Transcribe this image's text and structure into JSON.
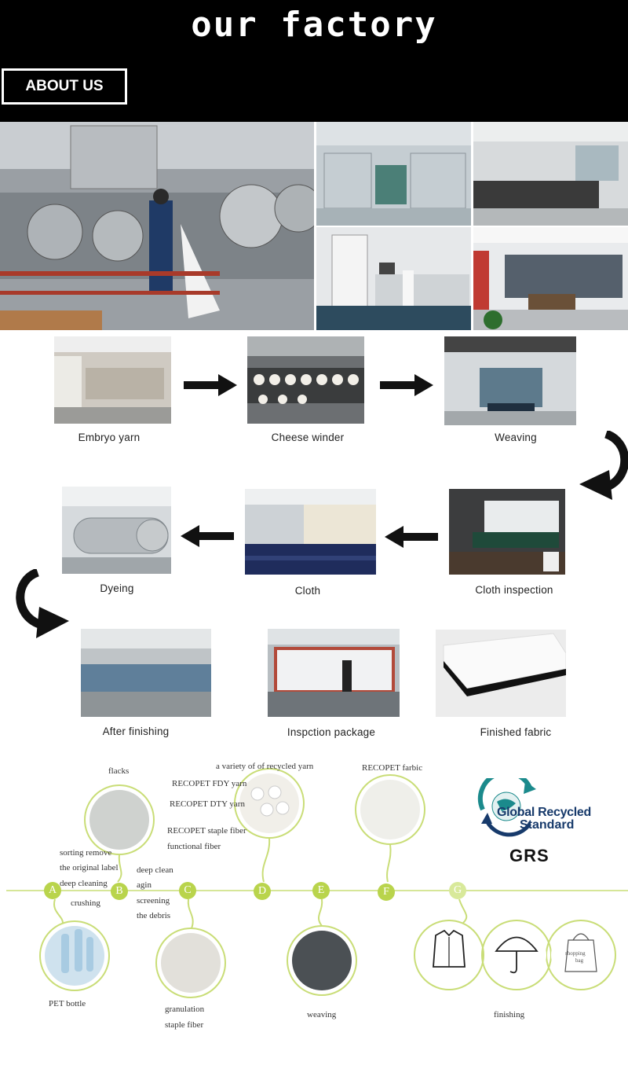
{
  "header": {
    "title": "our factory",
    "about_label": "ABOUT US"
  },
  "process": {
    "steps": [
      {
        "label": "Embryo yarn"
      },
      {
        "label": "Cheese winder"
      },
      {
        "label": "Weaving"
      },
      {
        "label": "Cloth inspection"
      },
      {
        "label": "Cloth"
      },
      {
        "label": "Dyeing"
      },
      {
        "label": "After finishing"
      },
      {
        "label": "Inspction package"
      },
      {
        "label": "Finished fabric"
      }
    ]
  },
  "recycle": {
    "nodes": [
      "A",
      "B",
      "C",
      "D",
      "E",
      "F",
      "G"
    ],
    "flacks": "flacks",
    "yarn_title": "a variety of of recycled yarn",
    "fdy": "RECOPET FDY yarn",
    "dty": "RECOPET DTY yarn",
    "staple": "RECOPET staple fiber",
    "functional": "functional fiber",
    "fabric": "RECOPET farbic",
    "sorting": "sorting remove",
    "original_label": "the original label",
    "deep_cleaning": "deep cleaning",
    "crushing": "crushing",
    "deep_clean": "deep clean",
    "agin": "agin",
    "screening": "screening",
    "debris": "the debris",
    "pet_bottle": "PET bottle",
    "granulation": "granulation",
    "staple_fiber": "staple fiber",
    "weaving": "weaving",
    "finishing": "finishing",
    "shopping": "shopping",
    "bag": "bag"
  },
  "grs": {
    "line1": "Global Recycled",
    "line2": "Standard",
    "abbr": "GRS"
  },
  "colors": {
    "accent_green": "#b9d44c",
    "logo_teal": "#1b8a8c",
    "logo_navy": "#173a6b"
  }
}
